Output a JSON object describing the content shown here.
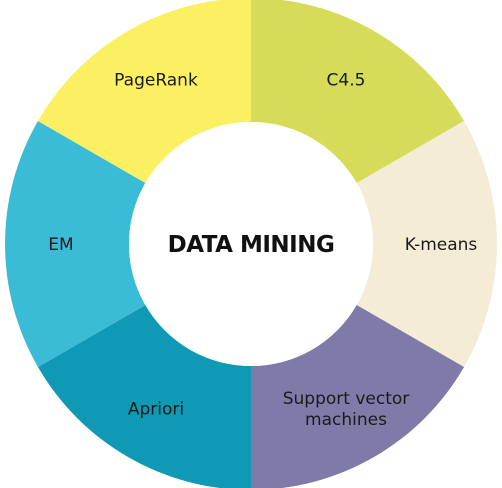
{
  "diagram": {
    "center_title": "DATA MINING",
    "center_color": "#ffffff",
    "segments": [
      {
        "label_lines": [
          "C4.5"
        ],
        "color": "#d6dc5a"
      },
      {
        "label_lines": [
          "K-means"
        ],
        "color": "#f5ecd6"
      },
      {
        "label_lines": [
          "Support vector",
          "machines"
        ],
        "color": "#7f7aa8"
      },
      {
        "label_lines": [
          "Apriori"
        ],
        "color": "#1099b5"
      },
      {
        "label_lines": [
          "EM"
        ],
        "color": "#3bbcd6"
      },
      {
        "label_lines": [
          "PageRank"
        ],
        "color": "#fbef62"
      }
    ]
  }
}
